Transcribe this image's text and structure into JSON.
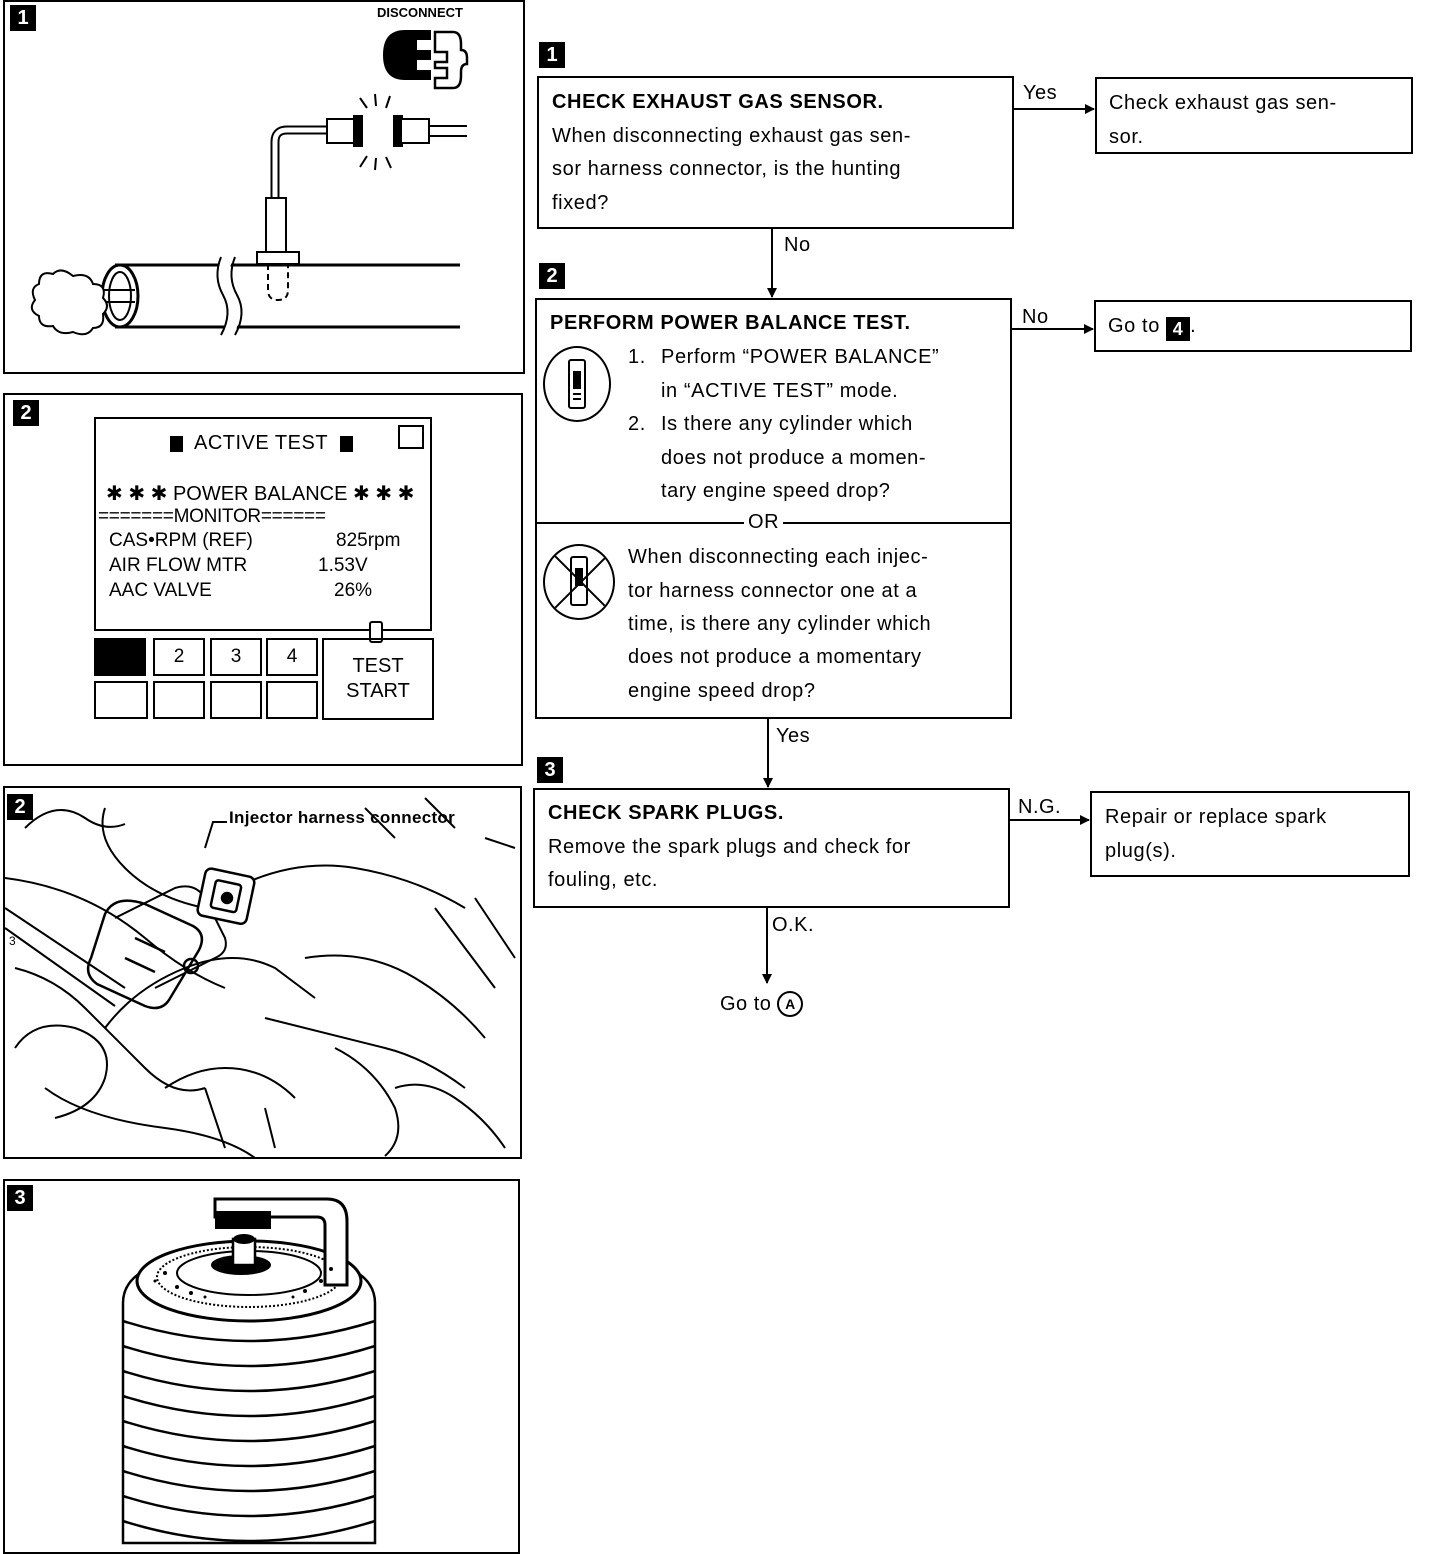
{
  "figures": {
    "fig1": {
      "tag": "1",
      "label": "DISCONNECT"
    },
    "fig2_screen": {
      "tag": "2",
      "header": "ACTIVE TEST",
      "title": "✱ ✱ ✱ POWER BALANCE ✱ ✱ ✱",
      "monitor": "=======MONITOR======",
      "rows": [
        {
          "name": "CAS•RPM (REF)",
          "value": "825rpm"
        },
        {
          "name": "AIR FLOW MTR",
          "value": "1.53V"
        },
        {
          "name": "AAC VALVE",
          "value": "26%"
        }
      ],
      "buttons": [
        "2",
        "3",
        "4"
      ],
      "test_start_1": "TEST",
      "test_start_2": "START"
    },
    "fig2_engine": {
      "tag": "2",
      "label": "Injector harness connector",
      "side_mark": "3"
    },
    "fig3": {
      "tag": "3"
    }
  },
  "flow": {
    "step1": {
      "tag": "1",
      "title": "CHECK EXHAUST GAS SENSOR.",
      "lines": [
        "When disconnecting exhaust gas sen-",
        "sor harness connector, is the hunting",
        "fixed?"
      ],
      "yes_label": "Yes",
      "yes_box": [
        "Check exhaust gas sen-",
        "sor."
      ],
      "no_label": "No"
    },
    "step2": {
      "tag": "2",
      "title": "PERFORM POWER BALANCE TEST.",
      "item1_num": "1.",
      "item1": [
        "Perform “POWER BALANCE”",
        "in “ACTIVE TEST” mode."
      ],
      "item2_num": "2.",
      "item2": [
        "Is there any cylinder which",
        "does not produce a momen-",
        "tary engine speed drop?"
      ],
      "or": "OR",
      "alt": [
        "When disconnecting each injec-",
        "tor harness connector one at a",
        "time, is there any cylinder which",
        "does not produce a momentary",
        "engine speed drop?"
      ],
      "no_label": "No",
      "no_box_prefix": "Go to",
      "no_box_tag": "4",
      "no_box_suffix": ".",
      "yes_label": "Yes"
    },
    "step3": {
      "tag": "3",
      "title": "CHECK SPARK PLUGS.",
      "lines": [
        "Remove the spark plugs and check for",
        "fouling, etc."
      ],
      "ng_label": "N.G.",
      "ng_box": [
        "Repair or replace spark",
        "plug(s)."
      ],
      "ok_label": "O.K.",
      "goto_prefix": "Go to",
      "goto_symbol": "A"
    }
  }
}
